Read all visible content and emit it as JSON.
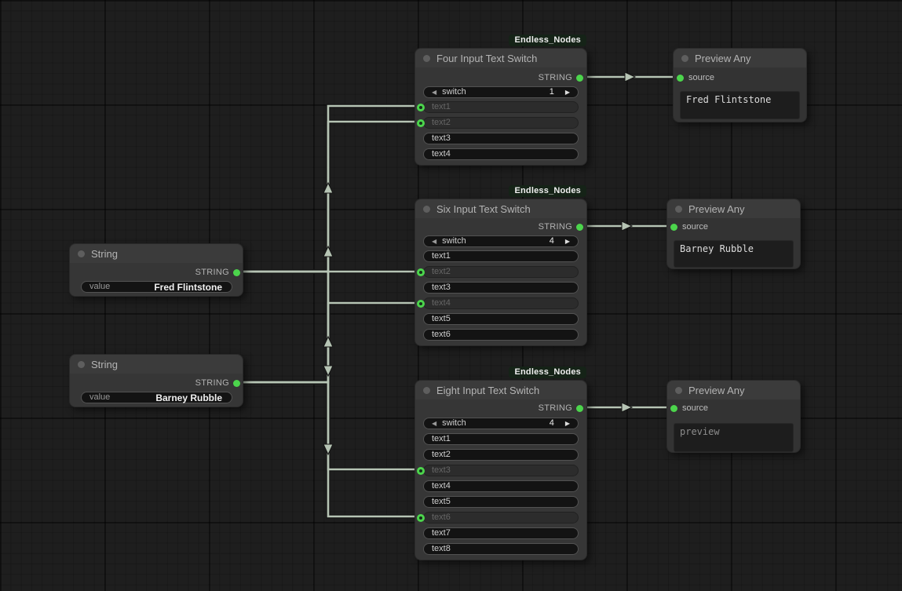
{
  "colors": {
    "canvas_bg": "#1e1e1e",
    "node_bg": "#363636",
    "node_header_bg": "#3b3b3b",
    "widget_bg": "#131313",
    "badge_bg": "#152317",
    "slot_green": "#4cd54c",
    "wire": "#b6c4b4"
  },
  "icons": {
    "decrement": "◀",
    "increment": "▶"
  },
  "nodes": {
    "string_1": {
      "title": "String",
      "output_label": "STRING",
      "widget": {
        "label": "value",
        "value": "Fred Flintstone"
      }
    },
    "string_2": {
      "title": "String",
      "output_label": "STRING",
      "widget": {
        "label": "value",
        "value": "Barney Rubble"
      }
    },
    "four_switch": {
      "badge": "Endless_Nodes",
      "title": "Four Input Text Switch",
      "output_label": "STRING",
      "switch": {
        "label": "switch",
        "value": "1"
      },
      "rows": [
        {
          "label": "text1",
          "connected": true
        },
        {
          "label": "text2",
          "connected": true
        },
        {
          "label": "text3",
          "connected": false
        },
        {
          "label": "text4",
          "connected": false
        }
      ]
    },
    "six_switch": {
      "badge": "Endless_Nodes",
      "title": "Six Input Text Switch",
      "output_label": "STRING",
      "switch": {
        "label": "switch",
        "value": "4"
      },
      "rows": [
        {
          "label": "text1",
          "connected": false
        },
        {
          "label": "text2",
          "connected": true
        },
        {
          "label": "text3",
          "connected": false
        },
        {
          "label": "text4",
          "connected": true
        },
        {
          "label": "text5",
          "connected": false
        },
        {
          "label": "text6",
          "connected": false
        }
      ]
    },
    "eight_switch": {
      "badge": "Endless_Nodes",
      "title": "Eight Input Text Switch",
      "output_label": "STRING",
      "switch": {
        "label": "switch",
        "value": "4"
      },
      "rows": [
        {
          "label": "text1",
          "connected": false
        },
        {
          "label": "text2",
          "connected": false
        },
        {
          "label": "text3",
          "connected": true
        },
        {
          "label": "text4",
          "connected": false
        },
        {
          "label": "text5",
          "connected": false
        },
        {
          "label": "text6",
          "connected": true
        },
        {
          "label": "text7",
          "connected": false
        },
        {
          "label": "text8",
          "connected": false
        }
      ]
    },
    "preview_1": {
      "title": "Preview Any",
      "input_label": "source",
      "preview_text": "Fred Flintstone"
    },
    "preview_2": {
      "title": "Preview Any",
      "input_label": "source",
      "preview_text": "Barney Rubble"
    },
    "preview_3": {
      "title": "Preview Any",
      "input_label": "source",
      "preview_text": "preview"
    }
  }
}
